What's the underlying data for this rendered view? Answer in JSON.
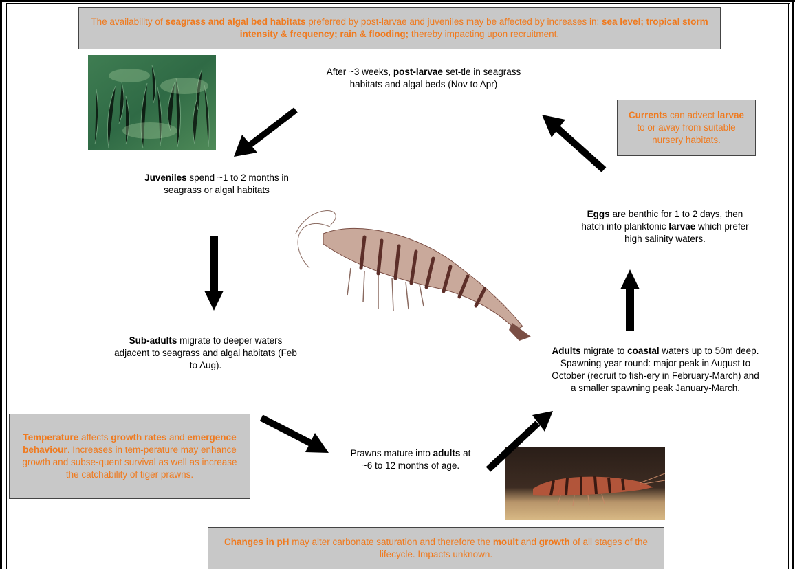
{
  "boxes": {
    "top": {
      "parts": [
        {
          "t": "The availability of ",
          "b": false
        },
        {
          "t": "seagrass and algal bed habitats",
          "b": true
        },
        {
          "t": " preferred by post-larvae and juveniles may be affected by increases in: ",
          "b": false
        },
        {
          "t": "sea level; tropical storm intensity & frequency; rain & flooding;",
          "b": true
        },
        {
          "t": " thereby impacting upon recruitment.",
          "b": false
        }
      ]
    },
    "currents": {
      "parts": [
        {
          "t": "Currents",
          "b": true
        },
        {
          "t": " can advect ",
          "b": false
        },
        {
          "t": "larvae",
          "b": true
        },
        {
          "t": " to or away from suitable nursery habitats.",
          "b": false
        }
      ]
    },
    "temperature": {
      "parts": [
        {
          "t": "Temperature",
          "b": true
        },
        {
          "t": " affects ",
          "b": false
        },
        {
          "t": "growth rates",
          "b": true
        },
        {
          "t": " and ",
          "b": false
        },
        {
          "t": "emergence behaviour",
          "b": true
        },
        {
          "t": ". Increases in tem-perature may enhance growth and subse-quent survival as well as increase the catchability of tiger prawns.",
          "b": false
        }
      ]
    },
    "ph": {
      "parts": [
        {
          "t": "Changes in pH",
          "b": true
        },
        {
          "t": " may alter carbonate saturation and therefore the ",
          "b": false
        },
        {
          "t": "moult",
          "b": true
        },
        {
          "t": " and ",
          "b": false
        },
        {
          "t": "growth",
          "b": true
        },
        {
          "t": " of all stages of the lifecycle. Impacts unknown.",
          "b": false
        }
      ]
    }
  },
  "stages": {
    "postlarvae": {
      "parts": [
        {
          "t": "After ~3 weeks, ",
          "b": false
        },
        {
          "t": "post-larvae",
          "b": true
        },
        {
          "t": " set-tle in seagrass habitats and algal beds (Nov to Apr)",
          "b": false
        }
      ]
    },
    "juveniles": {
      "parts": [
        {
          "t": "Juveniles",
          "b": true
        },
        {
          "t": " spend ~1 to 2 months in seagrass or algal habitats",
          "b": false
        }
      ]
    },
    "eggs": {
      "parts": [
        {
          "t": "Eggs",
          "b": true
        },
        {
          "t": " are benthic for 1 to 2 days, then hatch into planktonic ",
          "b": false
        },
        {
          "t": "larvae",
          "b": true
        },
        {
          "t": " which prefer high salinity waters.",
          "b": false
        }
      ]
    },
    "subadults": {
      "parts": [
        {
          "t": "Sub-adults",
          "b": true
        },
        {
          "t": " migrate to deeper waters adjacent to seagrass and algal habitats (Feb to Aug).",
          "b": false
        }
      ]
    },
    "adults": {
      "parts": [
        {
          "t": "Adults",
          "b": true
        },
        {
          "t": " migrate to ",
          "b": false
        },
        {
          "t": "coastal",
          "b": true
        },
        {
          "t": " waters up to 50m deep. Spawning year round: major peak in August to October (recruit to fish-ery in February-March) and a smaller spawning peak January-March.",
          "b": false
        }
      ]
    },
    "mature": {
      "parts": [
        {
          "t": "Prawns mature into ",
          "b": false
        },
        {
          "t": "adults",
          "b": true
        },
        {
          "t": " at ~6 to 12 months of age.",
          "b": false
        }
      ]
    }
  },
  "colors": {
    "box_fill": "#c8c8c8",
    "box_text": "#f07a1e",
    "arrow": "#000000"
  },
  "icons": {
    "seagrass_photo": "seagrass-photo",
    "prawn_illustration": "tiger-prawn-illustration",
    "prawn_photo": "tiger-prawn-photo"
  }
}
